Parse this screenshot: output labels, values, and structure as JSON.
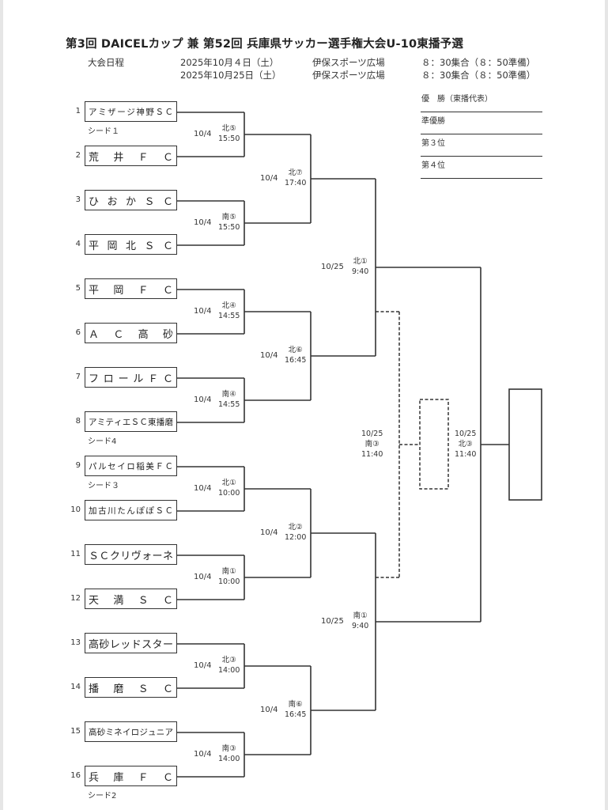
{
  "title": "第3回 DAICELカップ 兼 第52回 兵庫県サッカー選手権大会U-10東播予選",
  "schedule": {
    "label": "大会日程",
    "rows": [
      {
        "date": "2025年10月４日（土）",
        "venue": "伊保スポーツ広場",
        "time": "８：30集合（８：50準備）"
      },
      {
        "date": "2025年10月25日（土）",
        "venue": "伊保スポーツ広場",
        "time": "８：30集合（８：50準備）"
      }
    ]
  },
  "results": [
    {
      "label": "優　勝（東播代表）"
    },
    {
      "label": "準優勝"
    },
    {
      "label": "第３位"
    },
    {
      "label": "第４位"
    }
  ],
  "teams": [
    {
      "no": "1",
      "name": "アミザージ神野ＳＣ",
      "seed": "シード１"
    },
    {
      "no": "2",
      "name": "荒　井　Ｆ　Ｃ",
      "seed": ""
    },
    {
      "no": "3",
      "name": "ひ　お　か　Ｓ　Ｃ",
      "seed": ""
    },
    {
      "no": "4",
      "name": "平　岡　北　Ｓ　Ｃ",
      "seed": ""
    },
    {
      "no": "5",
      "name": "平　岡　Ｆ　Ｃ",
      "seed": ""
    },
    {
      "no": "6",
      "name": "Ａ　Ｃ　高　砂",
      "seed": ""
    },
    {
      "no": "7",
      "name": "フ　ロ　ー　ル　Ｆ　Ｃ",
      "seed": ""
    },
    {
      "no": "8",
      "name": "アミティエＳＣ東播磨",
      "seed": "シード4"
    },
    {
      "no": "9",
      "name": "パルセイロ稲美ＦＣ",
      "seed": "シード３"
    },
    {
      "no": "10",
      "name": "加古川たんぽぽＳＣ",
      "seed": ""
    },
    {
      "no": "11",
      "name": "ＳＣクリヴォーネ",
      "seed": ""
    },
    {
      "no": "12",
      "name": "天　満　Ｓ　Ｃ",
      "seed": ""
    },
    {
      "no": "13",
      "name": "高砂レッドスター",
      "seed": ""
    },
    {
      "no": "14",
      "name": "播　磨　Ｓ　Ｃ",
      "seed": ""
    },
    {
      "no": "15",
      "name": "高砂ミネイロジュニア",
      "seed": ""
    },
    {
      "no": "16",
      "name": "兵　庫　Ｆ　Ｃ",
      "seed": "シード2"
    }
  ],
  "matches": {
    "round1": [
      {
        "date": "10/4",
        "code": "北⑤",
        "time": "15:50"
      },
      {
        "date": "10/4",
        "code": "南⑤",
        "time": "15:50"
      },
      {
        "date": "10/4",
        "code": "北④",
        "time": "14:55"
      },
      {
        "date": "10/4",
        "code": "南④",
        "time": "14:55"
      },
      {
        "date": "10/4",
        "code": "北①",
        "time": "10:00"
      },
      {
        "date": "10/4",
        "code": "南①",
        "time": "10:00"
      },
      {
        "date": "10/4",
        "code": "北③",
        "time": "14:00"
      },
      {
        "date": "10/4",
        "code": "南③",
        "time": "14:00"
      }
    ],
    "round2": [
      {
        "date": "10/4",
        "code": "北⑦",
        "time": "17:40"
      },
      {
        "date": "10/4",
        "code": "北⑥",
        "time": "16:45"
      },
      {
        "date": "10/4",
        "code": "北②",
        "time": "12:00"
      },
      {
        "date": "10/4",
        "code": "南⑥",
        "time": "16:45"
      }
    ],
    "semifinal": [
      {
        "date": "10/25",
        "code": "北①",
        "time": "9:40"
      },
      {
        "date": "10/25",
        "code": "南①",
        "time": "9:40"
      }
    ],
    "third_place": {
      "date": "10/25",
      "code": "南③",
      "time": "11:40"
    },
    "final": {
      "date": "10/25",
      "code": "北③",
      "time": "11:40"
    }
  }
}
